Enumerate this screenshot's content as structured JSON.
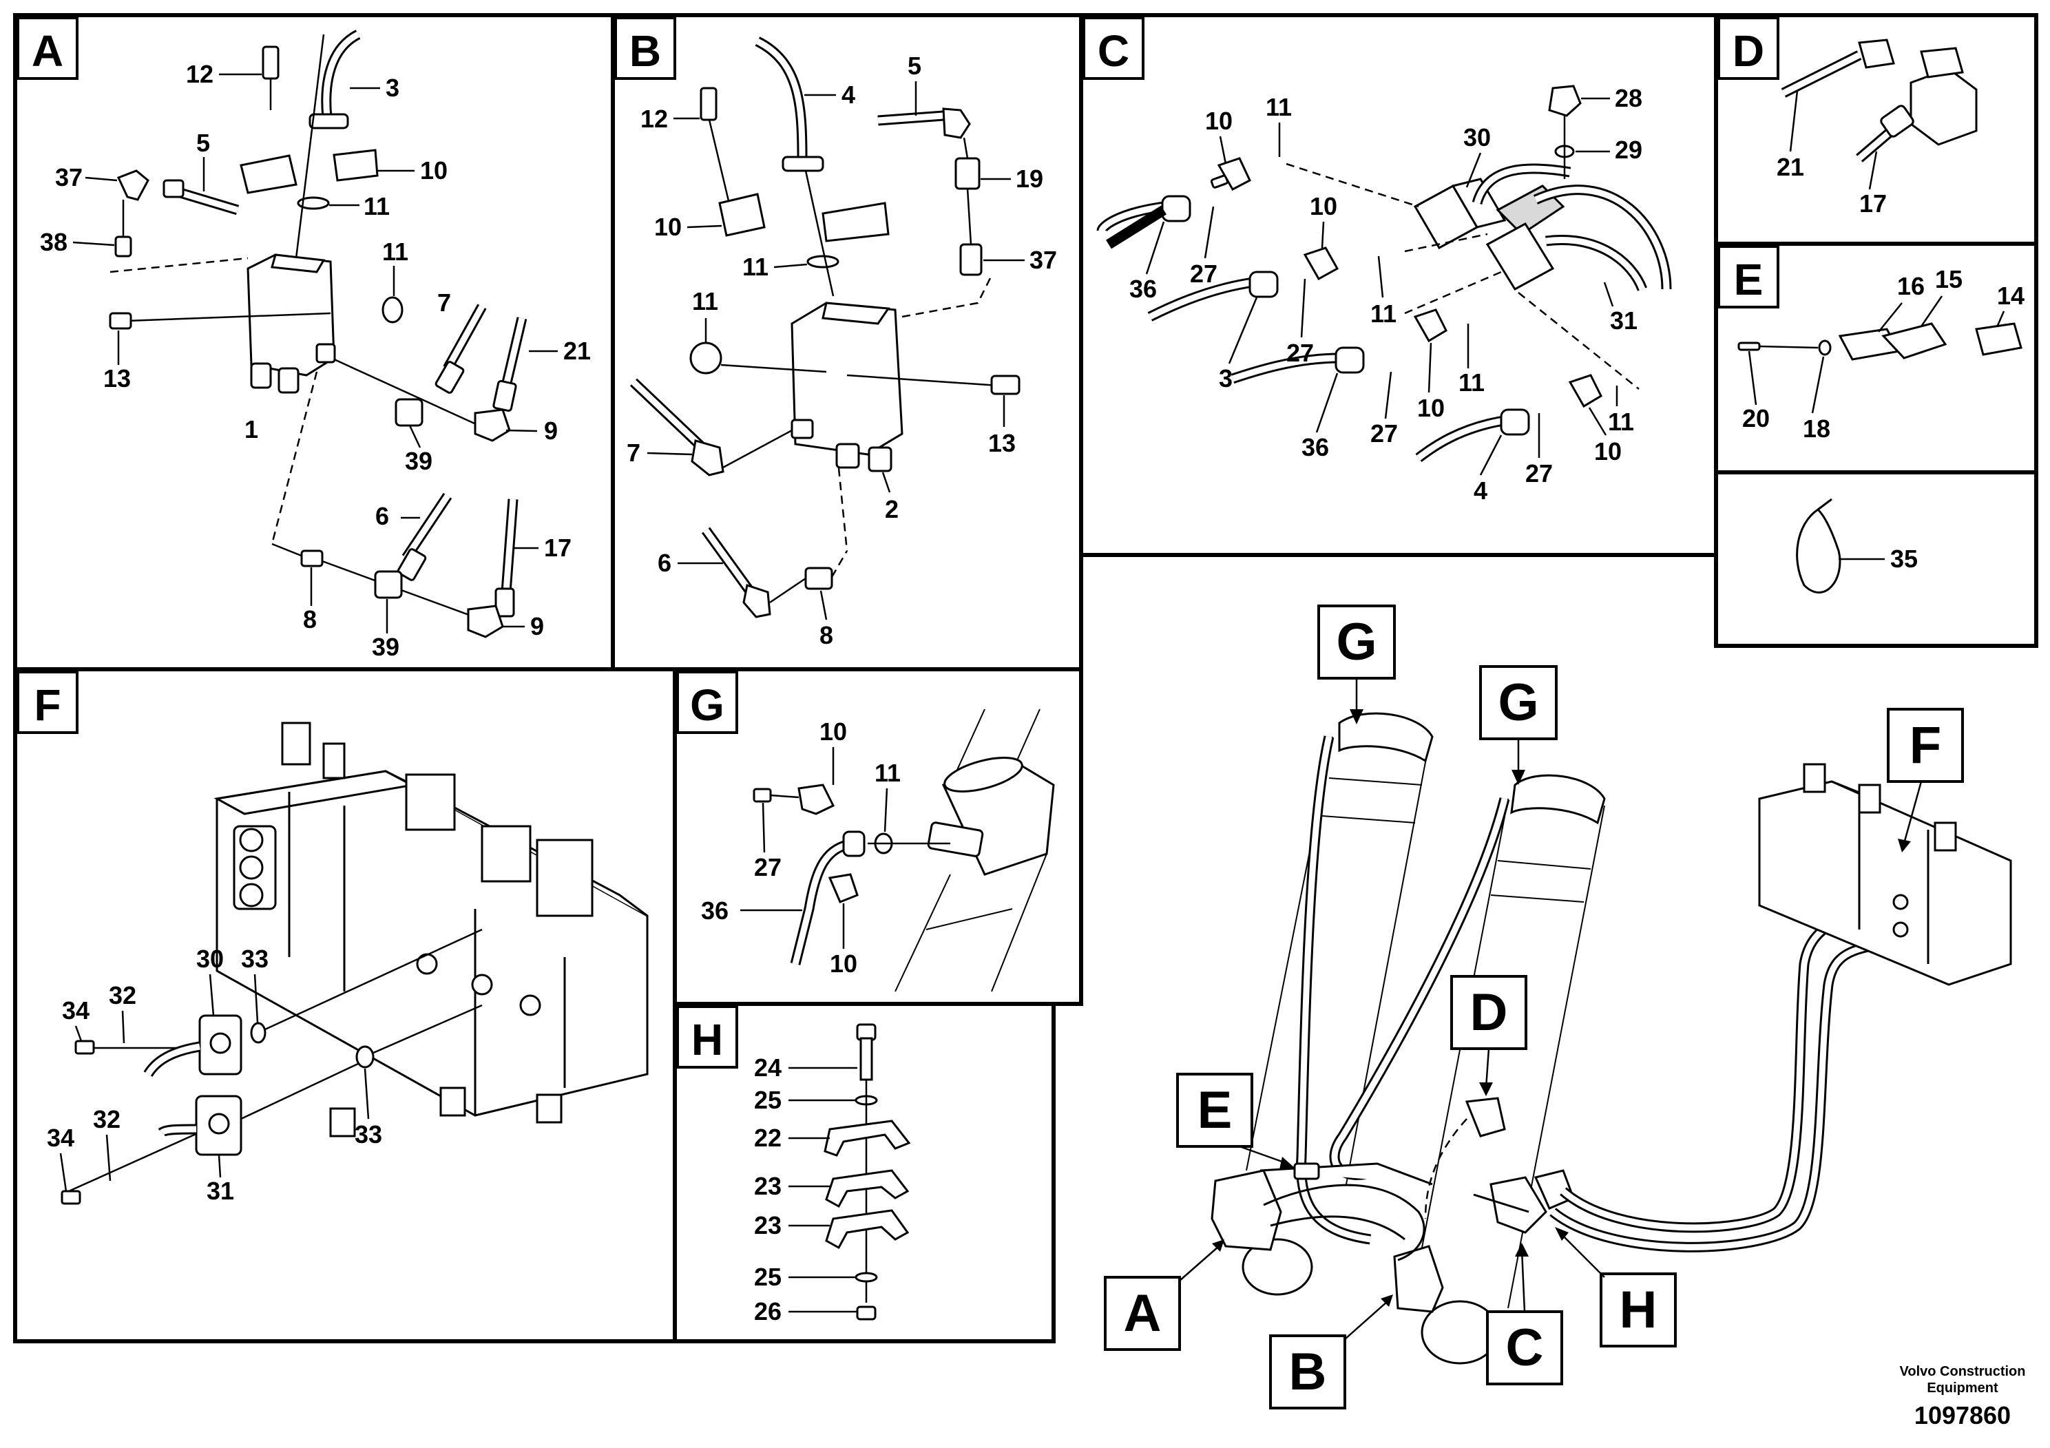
{
  "panels": {
    "A": {
      "letter": "A",
      "labels": [
        "12",
        "3",
        "5",
        "37",
        "10",
        "11",
        "38",
        "11",
        "7",
        "21",
        "13",
        "1",
        "39",
        "9",
        "6",
        "17",
        "8",
        "39",
        "9"
      ]
    },
    "B": {
      "letter": "B",
      "labels": [
        "4",
        "5",
        "12",
        "19",
        "10",
        "11",
        "37",
        "11",
        "7",
        "13",
        "2",
        "6",
        "8"
      ]
    },
    "C": {
      "letter": "C",
      "labels": [
        "10",
        "11",
        "28",
        "30",
        "29",
        "10",
        "36",
        "27",
        "11",
        "31",
        "3",
        "27",
        "11",
        "10",
        "36",
        "27",
        "11",
        "27",
        "10",
        "4"
      ]
    },
    "D": {
      "letter": "D",
      "labels": [
        "21",
        "17"
      ]
    },
    "E": {
      "letter": "E",
      "labels": [
        "16",
        "15",
        "14",
        "20",
        "18"
      ]
    },
    "F": {
      "letter": "F",
      "labels": [
        "30",
        "33",
        "34",
        "32",
        "34",
        "32",
        "33",
        "31"
      ]
    },
    "G": {
      "letter": "G",
      "labels": [
        "10",
        "11",
        "27",
        "36",
        "10"
      ]
    },
    "H": {
      "letter": "H",
      "labels": [
        "24",
        "25",
        "22",
        "23",
        "23",
        "25",
        "26"
      ]
    },
    "P35": {
      "labels": [
        "35"
      ]
    }
  },
  "overview": {
    "callouts": [
      "G",
      "G",
      "F",
      "E",
      "D",
      "A",
      "B",
      "C",
      "H"
    ]
  },
  "footer": {
    "brand_line1": "Volvo Construction",
    "brand_line2": "Equipment",
    "drawing_number": "1097860"
  }
}
